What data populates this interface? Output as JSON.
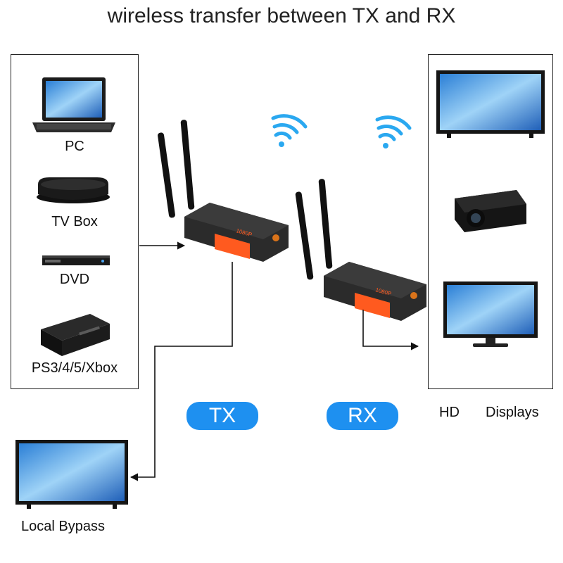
{
  "title": "wireless transfer between TX and RX",
  "sources": {
    "pc": "PC",
    "tv_box": "TV Box",
    "dvd": "DVD",
    "console": "PS3/4/5/Xbox"
  },
  "devices": {
    "tx_label": "TX",
    "rx_label": "RX",
    "badge": "1080P"
  },
  "displays": {
    "hd": "HD",
    "displays": "Displays"
  },
  "bypass": "Local Bypass",
  "colors": {
    "accent": "#1e90f0",
    "device_body": "#2b2b2b",
    "device_panel": "#ff5a1f",
    "wifi": "#2aa8f0"
  }
}
